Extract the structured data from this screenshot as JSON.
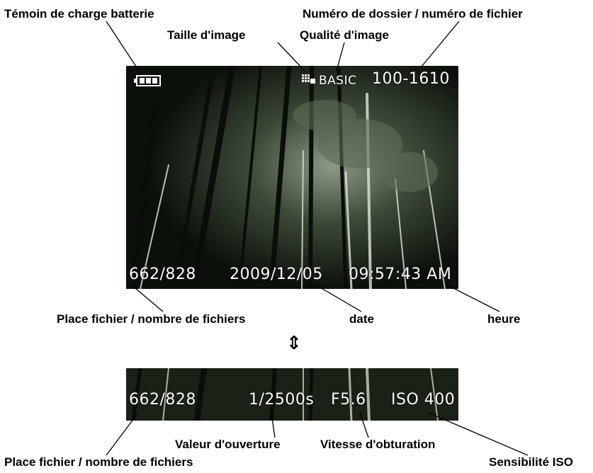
{
  "labels": {
    "battery": "Témoin de charge batterie",
    "folder_file": "Numéro de dossier / numéro de fichier",
    "image_size": "Taille d'image",
    "image_quality": "Qualité d'image",
    "file_position_top": "Place fichier / nombre de fichiers",
    "date": "date",
    "time": "heure",
    "aperture": "Valeur d'ouverture",
    "shutter": "Vitesse d'obturation",
    "file_position_bottom": "Place fichier / nombre de fichiers",
    "iso": "Sensibilité ISO"
  },
  "screen_top": {
    "quality": "BASIC",
    "folder_file": "100-1610",
    "file_count": "662/828",
    "date": "2009/12/05",
    "time": "09:57:43 AM"
  },
  "toggle_symbol": "⇕",
  "screen_bottom": {
    "file_count": "662/828",
    "shutter": "1/2500s",
    "aperture": "F5.6",
    "iso": "ISO 400"
  },
  "colors": {
    "screen_bg": "#121812",
    "osd_text": "#ffffff"
  }
}
